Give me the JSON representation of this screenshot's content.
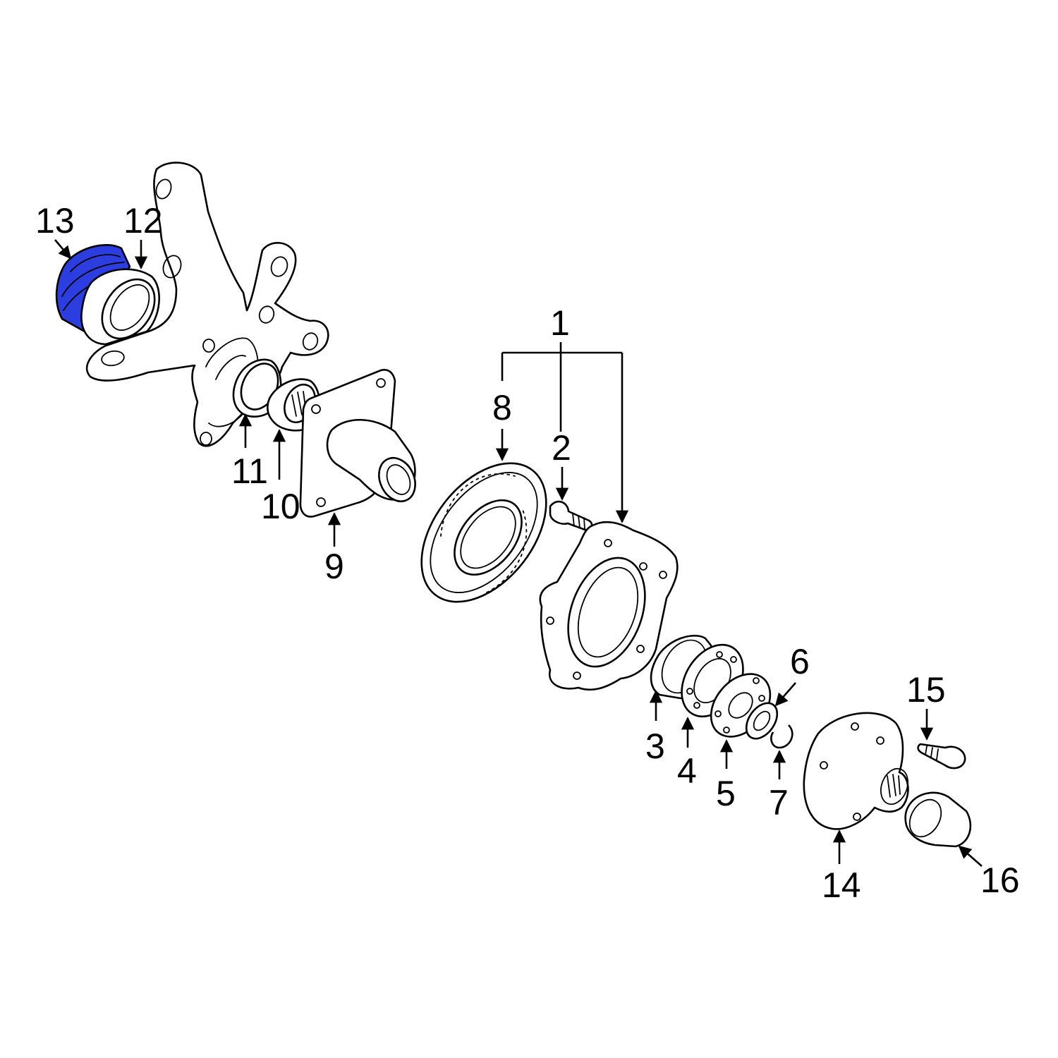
{
  "highlight_color": "#2c3ee0",
  "highlighted_part": "13",
  "callouts": {
    "c1": "1",
    "c2": "2",
    "c3": "3",
    "c4": "4",
    "c5": "5",
    "c6": "6",
    "c7": "7",
    "c8": "8",
    "c9": "9",
    "c10": "10",
    "c11": "11",
    "c12": "12",
    "c13": "13",
    "c14": "14",
    "c15": "15",
    "c16": "16"
  }
}
